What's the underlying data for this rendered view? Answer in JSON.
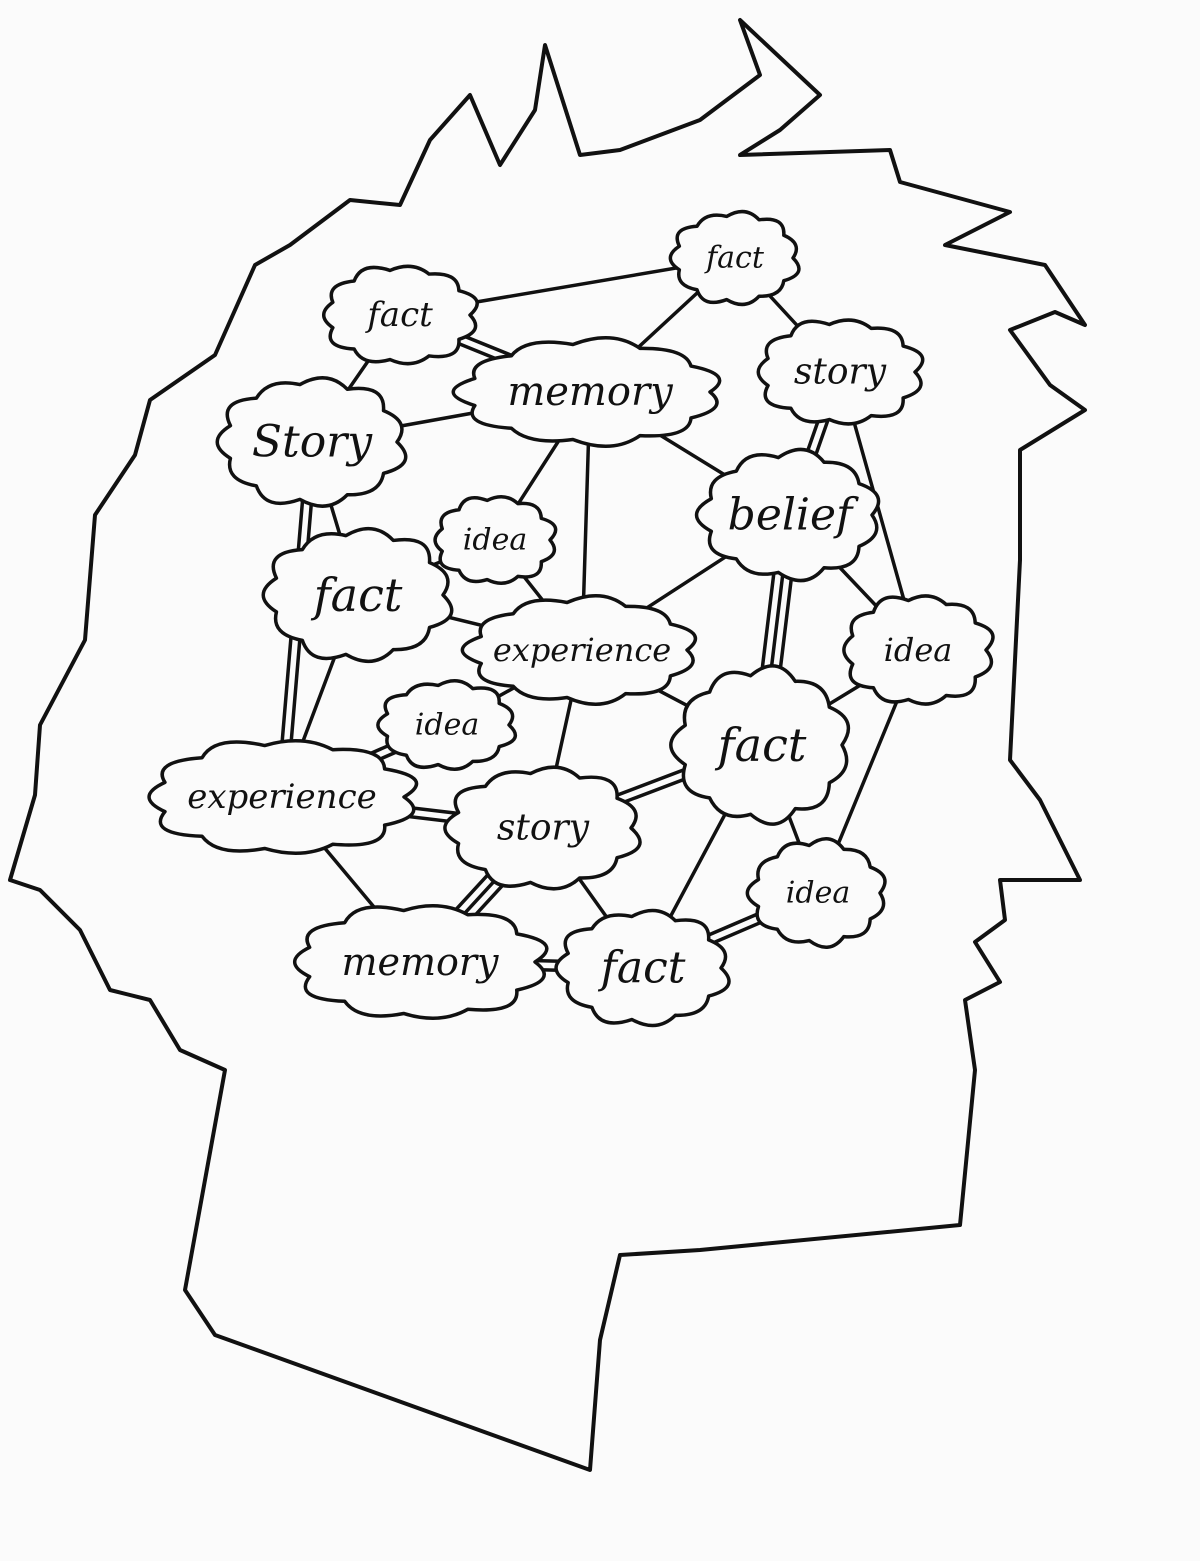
{
  "title": "Mind map of a head",
  "colors": {
    "ink": "#111111",
    "paper": "#fbfbfb"
  },
  "nodes": [
    {
      "id": "fact-1",
      "label": "fact"
    },
    {
      "id": "fact-2",
      "label": "fact"
    },
    {
      "id": "memory-1",
      "label": "memory"
    },
    {
      "id": "story-1",
      "label": "story"
    },
    {
      "id": "story-2",
      "label": "Story"
    },
    {
      "id": "belief-1",
      "label": "belief"
    },
    {
      "id": "idea-1",
      "label": "idea"
    },
    {
      "id": "fact-3",
      "label": "fact"
    },
    {
      "id": "experience-1",
      "label": "experience"
    },
    {
      "id": "idea-2",
      "label": "idea"
    },
    {
      "id": "idea-3",
      "label": "idea"
    },
    {
      "id": "fact-4",
      "label": "fact"
    },
    {
      "id": "experience-2",
      "label": "experience"
    },
    {
      "id": "story-3",
      "label": "story"
    },
    {
      "id": "idea-4",
      "label": "idea"
    },
    {
      "id": "memory-2",
      "label": "memory"
    },
    {
      "id": "fact-5",
      "label": "fact"
    }
  ],
  "edges": [
    [
      "fact-1",
      "memory-1",
      2
    ],
    [
      "fact-1",
      "fact-2",
      1
    ],
    [
      "fact-1",
      "story-2",
      1
    ],
    [
      "fact-2",
      "memory-1",
      1
    ],
    [
      "fact-2",
      "story-1",
      1
    ],
    [
      "memory-1",
      "story-2",
      1
    ],
    [
      "memory-1",
      "idea-1",
      1
    ],
    [
      "memory-1",
      "experience-1",
      1
    ],
    [
      "memory-1",
      "belief-1",
      1
    ],
    [
      "story-1",
      "belief-1",
      2
    ],
    [
      "story-1",
      "idea-2",
      1
    ],
    [
      "story-2",
      "fact-3",
      1
    ],
    [
      "story-2",
      "experience-2",
      2
    ],
    [
      "fact-3",
      "experience-1",
      1
    ],
    [
      "fact-3",
      "experience-2",
      1
    ],
    [
      "idea-1",
      "fact-3",
      1
    ],
    [
      "idea-1",
      "experience-1",
      1
    ],
    [
      "belief-1",
      "experience-1",
      1
    ],
    [
      "belief-1",
      "fact-4",
      3
    ],
    [
      "belief-1",
      "idea-2",
      1
    ],
    [
      "idea-2",
      "fact-4",
      1
    ],
    [
      "idea-2",
      "idea-4",
      1
    ],
    [
      "experience-1",
      "fact-4",
      1
    ],
    [
      "experience-1",
      "story-3",
      1
    ],
    [
      "experience-1",
      "idea-3",
      1
    ],
    [
      "idea-3",
      "experience-2",
      2
    ],
    [
      "experience-2",
      "story-3",
      2
    ],
    [
      "experience-2",
      "memory-2",
      1
    ],
    [
      "story-3",
      "fact-4",
      2
    ],
    [
      "story-3",
      "memory-2",
      3
    ],
    [
      "story-3",
      "fact-5",
      1
    ],
    [
      "fact-4",
      "fact-5",
      1
    ],
    [
      "fact-4",
      "idea-4",
      1
    ],
    [
      "memory-2",
      "fact-5",
      2
    ],
    [
      "fact-5",
      "idea-4",
      2
    ]
  ]
}
